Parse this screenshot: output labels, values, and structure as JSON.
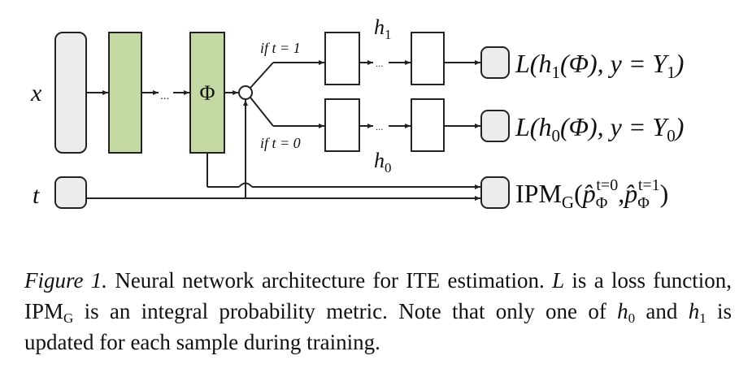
{
  "diagram": {
    "input_x": "x",
    "input_t": "t",
    "phi": "Φ",
    "ellipsis": "...",
    "branch_t1": "if t = 1",
    "branch_t0": "if t = 0",
    "h1": {
      "base": "h",
      "sub": "1"
    },
    "h0": {
      "base": "h",
      "sub": "0"
    },
    "loss1": {
      "pre": "L(h",
      "sub": "1",
      "mid": "(Φ), y = Y",
      "sub2": "1",
      "post": ")"
    },
    "loss0": {
      "pre": "L(h",
      "sub": "0",
      "mid": "(Φ), y = Y",
      "sub2": "0",
      "post": ")"
    },
    "ipm": {
      "pre": "IPM",
      "sub": "G",
      "open": "(",
      "p": "p̂",
      "pSub": "Φ",
      "sup0": "t=0",
      "comma": ",",
      "sup1": "t=1",
      "close": ")"
    },
    "colors": {
      "green": "#c5d9a4",
      "gray": "#ececec",
      "stroke": "#222222"
    }
  },
  "caption": {
    "figure_label": "Figure 1.",
    "part1": " Neural network architecture for ITE estimation. ",
    "L": "L",
    "part2": " is a loss function, IPM",
    "G": "G",
    "part3": " is an integral probability metric. Note that only one of ",
    "h0": "h",
    "h0_sub": "0",
    "part4": " and ",
    "h1": "h",
    "h1_sub": "1",
    "part5": " is updated for each sample during training."
  }
}
